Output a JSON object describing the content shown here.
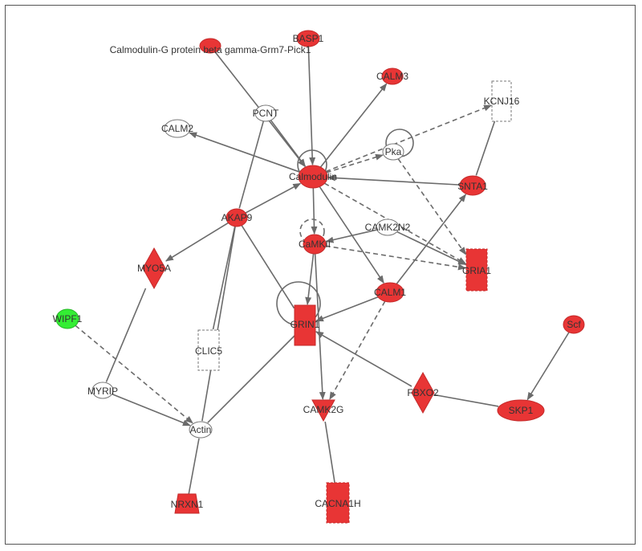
{
  "network": {
    "nodes": [
      {
        "id": "basp1",
        "label": "BASP1",
        "fill": "red"
      },
      {
        "id": "cgpb",
        "label": "Calmodulin-G protein beta gamma-Grm7-Pick1",
        "fill": "red"
      },
      {
        "id": "calm3",
        "label": "CALM3",
        "fill": "red"
      },
      {
        "id": "kcnj16",
        "label": "KCNJ16",
        "fill": "none"
      },
      {
        "id": "pcnt",
        "label": "PCNT",
        "fill": "none"
      },
      {
        "id": "calm2",
        "label": "CALM2",
        "fill": "none"
      },
      {
        "id": "pka",
        "label": "Pka",
        "fill": "none"
      },
      {
        "id": "calmodulin",
        "label": "Calmodulin",
        "fill": "red"
      },
      {
        "id": "snta1",
        "label": "SNTA1",
        "fill": "red"
      },
      {
        "id": "akap9",
        "label": "AKAP9",
        "fill": "red"
      },
      {
        "id": "camk2n2",
        "label": "CAMK2N2",
        "fill": "none"
      },
      {
        "id": "camkii",
        "label": "CaMKII",
        "fill": "red"
      },
      {
        "id": "myo5a",
        "label": "MYO5A",
        "fill": "red"
      },
      {
        "id": "gria1",
        "label": "GRIA1",
        "fill": "red"
      },
      {
        "id": "calm1",
        "label": "CALM1",
        "fill": "red"
      },
      {
        "id": "wipf1",
        "label": "WIPF1",
        "fill": "green"
      },
      {
        "id": "grin1",
        "label": "GRIN1",
        "fill": "red"
      },
      {
        "id": "scf",
        "label": "Scf",
        "fill": "red"
      },
      {
        "id": "clic5",
        "label": "CLIC5",
        "fill": "none"
      },
      {
        "id": "myrip",
        "label": "MYRIP",
        "fill": "none"
      },
      {
        "id": "fbxo2",
        "label": "FBXO2",
        "fill": "red"
      },
      {
        "id": "skp1",
        "label": "SKP1",
        "fill": "red"
      },
      {
        "id": "camk2g",
        "label": "CAMK2G",
        "fill": "red"
      },
      {
        "id": "actin",
        "label": "Actin",
        "fill": "none"
      },
      {
        "id": "nrxn1",
        "label": "NRXN1",
        "fill": "red"
      },
      {
        "id": "cacna1h",
        "label": "CACNA1H",
        "fill": "red"
      }
    ],
    "edges": [
      {
        "from": "cgpb",
        "to": "calmodulin",
        "style": "solid",
        "arrow": true
      },
      {
        "from": "basp1",
        "to": "calmodulin",
        "style": "solid",
        "arrow": true
      },
      {
        "from": "calmodulin",
        "to": "calm3",
        "style": "solid",
        "arrow": true
      },
      {
        "from": "pcnt",
        "to": "calmodulin",
        "style": "solid",
        "arrow": true
      },
      {
        "from": "pcnt",
        "to": "akap9",
        "style": "solid",
        "arrow": false
      },
      {
        "from": "calmodulin",
        "to": "calm2",
        "style": "solid",
        "arrow": true
      },
      {
        "from": "calmodulin",
        "to": "pka",
        "style": "dashed",
        "arrow": true
      },
      {
        "from": "calmodulin",
        "to": "kcnj16",
        "style": "dashed",
        "arrow": true
      },
      {
        "from": "pka",
        "to": "gria1",
        "style": "dashed",
        "arrow": true
      },
      {
        "from": "kcnj16",
        "to": "snta1",
        "style": "solid",
        "arrow": false
      },
      {
        "from": "snta1",
        "to": "calmodulin",
        "style": "solid",
        "arrow": true
      },
      {
        "from": "akap9",
        "to": "calmodulin",
        "style": "solid",
        "arrow": true
      },
      {
        "from": "calmodulin",
        "to": "camkii",
        "style": "solid",
        "arrow": true
      },
      {
        "from": "calmodulin",
        "to": "gria1",
        "style": "dashed",
        "arrow": true
      },
      {
        "from": "calmodulin",
        "to": "calm1",
        "style": "solid",
        "arrow": true
      },
      {
        "from": "camk2n2",
        "to": "camkii",
        "style": "solid",
        "arrow": true
      },
      {
        "from": "camk2n2",
        "to": "gria1",
        "style": "solid",
        "arrow": true
      },
      {
        "from": "camkii",
        "to": "gria1",
        "style": "dashed",
        "arrow": true
      },
      {
        "from": "camkii",
        "to": "grin1",
        "style": "solid",
        "arrow": true
      },
      {
        "from": "camkii",
        "to": "camk2g",
        "style": "solid",
        "arrow": true
      },
      {
        "from": "calm1",
        "to": "snta1",
        "style": "solid",
        "arrow": true
      },
      {
        "from": "calm1",
        "to": "grin1",
        "style": "solid",
        "arrow": true
      },
      {
        "from": "calm1",
        "to": "camk2g",
        "style": "dashed",
        "arrow": true
      },
      {
        "from": "akap9",
        "to": "myo5a",
        "style": "solid",
        "arrow": true
      },
      {
        "from": "akap9",
        "to": "grin1",
        "style": "solid",
        "arrow": false
      },
      {
        "from": "akap9",
        "to": "clic5",
        "style": "solid",
        "arrow": false
      },
      {
        "from": "akap9",
        "to": "actin",
        "style": "solid",
        "arrow": false
      },
      {
        "from": "myo5a",
        "to": "myrip",
        "style": "solid",
        "arrow": false
      },
      {
        "from": "wipf1",
        "to": "actin",
        "style": "dashed",
        "arrow": true
      },
      {
        "from": "myrip",
        "to": "actin",
        "style": "solid",
        "arrow": true
      },
      {
        "from": "grin1",
        "to": "actin",
        "style": "solid",
        "arrow": false
      },
      {
        "from": "fbxo2",
        "to": "grin1",
        "style": "solid",
        "arrow": true
      },
      {
        "from": "fbxo2",
        "to": "skp1",
        "style": "solid",
        "arrow": false
      },
      {
        "from": "scf",
        "to": "skp1",
        "style": "solid",
        "arrow": true
      },
      {
        "from": "cacna1h",
        "to": "camk2g",
        "style": "solid",
        "arrow": false
      },
      {
        "from": "nrxn1",
        "to": "actin",
        "style": "solid",
        "arrow": false
      }
    ],
    "self_loops": [
      "calmodulin",
      "pka",
      "camkii",
      "grin1"
    ]
  }
}
